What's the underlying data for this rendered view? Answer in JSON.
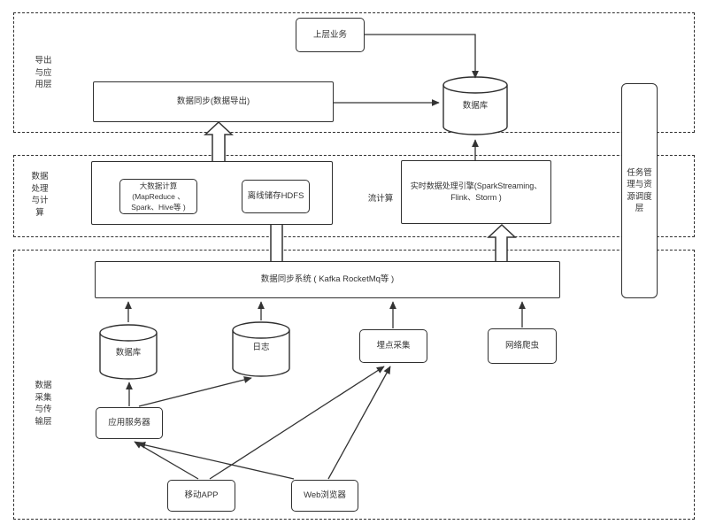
{
  "diagram_title": "",
  "layers": [
    {
      "id": "export-application",
      "label": "导出\n与应\n用层"
    },
    {
      "id": "processing-computing",
      "label": "数据\n处理\n与计\n算"
    },
    {
      "id": "collection-transmission",
      "label": "数据\n采集\n与传\n输层"
    }
  ],
  "side_panel": {
    "label": "任务管\n理与资\n源调度\n层"
  },
  "nodes": {
    "upper_business": {
      "label": "上层业务"
    },
    "data_sync_export": {
      "label": "数据同步(数据导出)"
    },
    "database_app_layer": {
      "label": "数据库"
    },
    "big_data_compute": {
      "label": "大数据计算\n(MapReduce 、\nSpark、Hive等 )"
    },
    "offline_hdfs": {
      "label": "离线储存HDFS"
    },
    "stream_compute": {
      "label": "流计算"
    },
    "realtime_engine": {
      "label": "实时数据处理引擎(SparkStreaming、\nFlink、Storm )"
    },
    "sync_system": {
      "label": "数据同步系统 ( Kafka RocketMq等 )"
    },
    "database_source": {
      "label": "数据库"
    },
    "log": {
      "label": "日志"
    },
    "tracking_collect": {
      "label": "埋点采集"
    },
    "web_crawler": {
      "label": "网络爬虫"
    },
    "app_server": {
      "label": "应用服务器"
    },
    "mobile_app": {
      "label": "移动APP"
    },
    "web_browser": {
      "label": "Web浏览器"
    }
  },
  "edges": [
    {
      "from": "上层业务",
      "to": "数据库(应用层)",
      "style": "solid"
    },
    {
      "from": "数据同步(数据导出)",
      "to": "数据库(应用层)",
      "style": "solid"
    },
    {
      "from": "实时数据处理引擎",
      "to": "数据库(应用层)",
      "style": "solid"
    },
    {
      "from": "大数据计算",
      "to": "离线储存HDFS",
      "style": "solid"
    },
    {
      "from": "大数据计算容器",
      "to": "数据同步(数据导出)",
      "style": "block"
    },
    {
      "from": "数据同步系统",
      "to": "离线储存HDFS",
      "style": "block"
    },
    {
      "from": "数据同步系统",
      "to": "实时数据处理引擎",
      "style": "block"
    },
    {
      "from": "数据库(数据源)",
      "to": "数据同步系统",
      "style": "solid"
    },
    {
      "from": "日志",
      "to": "数据同步系统",
      "style": "solid"
    },
    {
      "from": "埋点采集",
      "to": "数据同步系统",
      "style": "solid"
    },
    {
      "from": "网络爬虫",
      "to": "数据同步系统",
      "style": "solid"
    },
    {
      "from": "应用服务器",
      "to": "数据库(数据源)",
      "style": "solid"
    },
    {
      "from": "应用服务器",
      "to": "日志",
      "style": "solid"
    },
    {
      "from": "移动APP",
      "to": "应用服务器",
      "style": "solid"
    },
    {
      "from": "移动APP",
      "to": "埋点采集",
      "style": "solid"
    },
    {
      "from": "Web浏览器",
      "to": "应用服务器",
      "style": "solid"
    },
    {
      "from": "Web浏览器",
      "to": "埋点采集",
      "style": "solid"
    }
  ],
  "colors": {
    "line": "#333333",
    "text": "#333333",
    "background": "#ffffff"
  }
}
